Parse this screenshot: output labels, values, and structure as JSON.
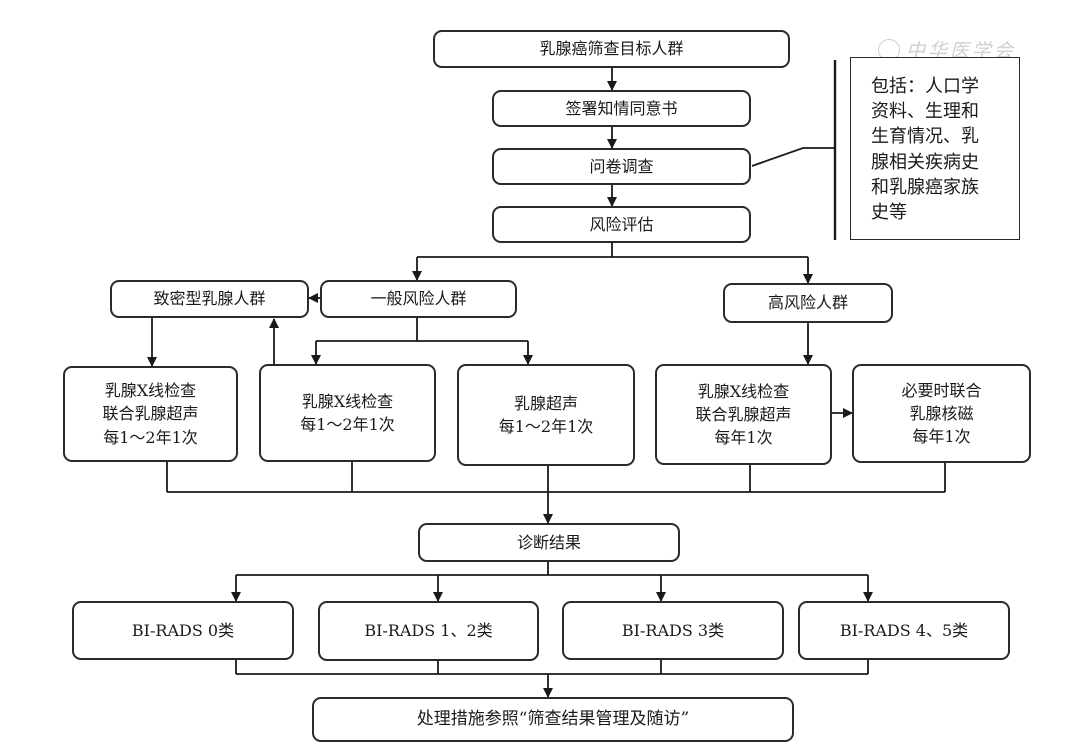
{
  "watermark": "中华医学会",
  "nodes": {
    "target": "乳腺癌筛查目标人群",
    "consent": "签署知情同意书",
    "survey": "问卷调查",
    "risk": "风险评估",
    "dense": "致密型乳腺人群",
    "general": "一般风险人群",
    "high": "高风险人群",
    "dense_exam": "乳腺X线检查\n联合乳腺超声\n每1～2年1次",
    "xray": "乳腺X线检查\n每1～2年1次",
    "ultrasound": "乳腺超声\n每1～2年1次",
    "high_exam": "乳腺X线检查\n联合乳腺超声\n每年1次",
    "mri": "必要时联合\n乳腺核磁\n每年1次",
    "diagnosis": "诊断结果",
    "birads0": "BI-RADS 0类",
    "birads12": "BI-RADS 1、2类",
    "birads3": "BI-RADS 3类",
    "birads45": "BI-RADS 4、5类",
    "followup": "处理措施参照“筛查结果管理及随访”"
  },
  "note": "包括：人口学\n资料、生理和\n生育情况、乳\n腺相关疾病史\n和乳腺癌家族\n史等"
}
